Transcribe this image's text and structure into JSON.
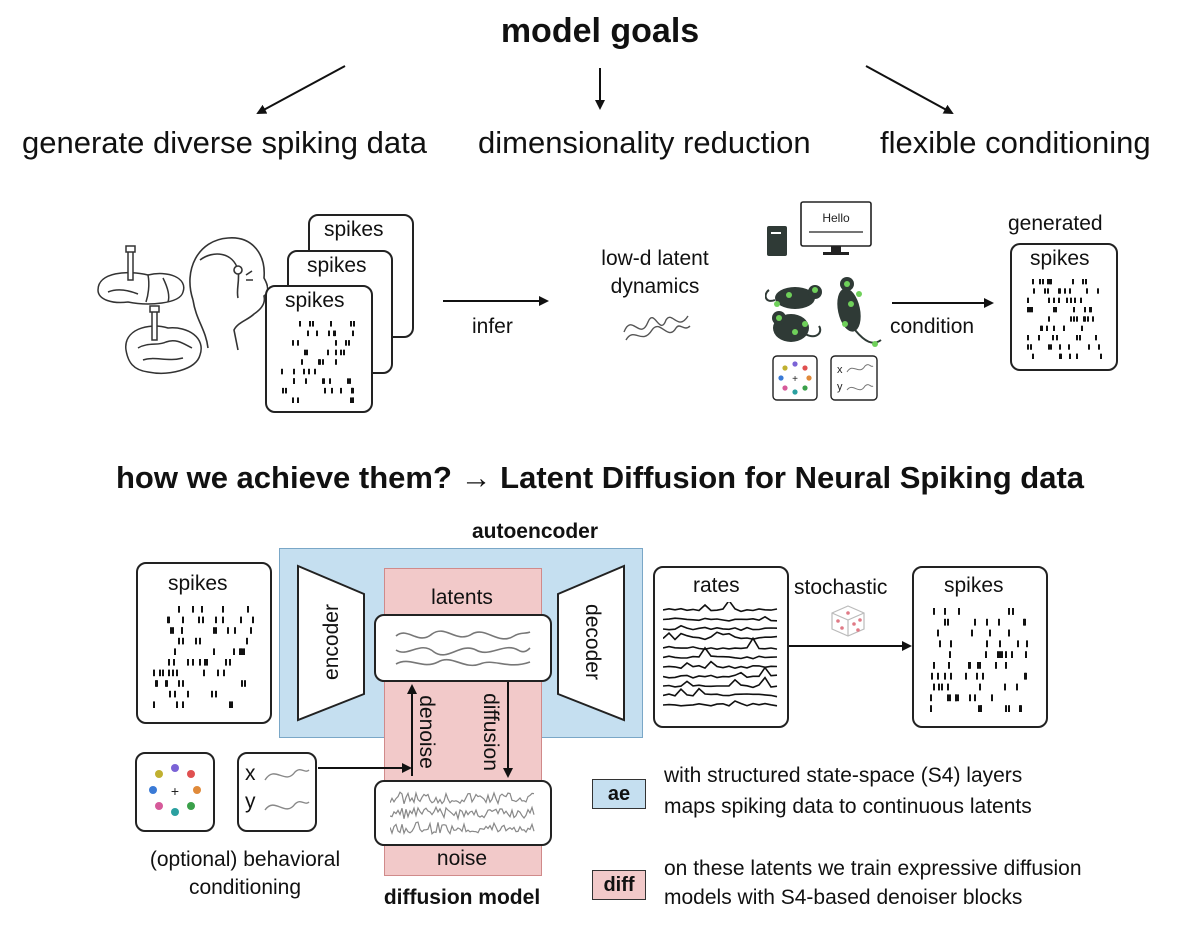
{
  "header": {
    "title": "model goals"
  },
  "goals": [
    {
      "label": "generate diverse spiking data"
    },
    {
      "label": "dimensionality reduction"
    },
    {
      "label": "flexible conditioning"
    }
  ],
  "pipeline": {
    "spikes_label": "spikes",
    "infer_label": "infer",
    "latent_label_line1": "low-d latent",
    "latent_label_line2": "dynamics",
    "monitor_text": "Hello",
    "behavior_x": "x",
    "behavior_y": "y",
    "condition_label": "condition",
    "generated_label": "generated",
    "generated_spikes_label": "spikes"
  },
  "section2": {
    "title": "how we achieve them? → Latent Diffusion for Neural Spiking data"
  },
  "architecture": {
    "autoencoder_label": "autoencoder",
    "input_spikes_label": "spikes",
    "encoder_label": "encoder",
    "decoder_label": "decoder",
    "latents_label": "latents",
    "denoise_label": "denoise",
    "diffusion_label": "diffusion",
    "noise_label": "noise",
    "diffusion_model_label": "diffusion model",
    "rates_label": "rates",
    "stochastic_label": "stochastic",
    "output_spikes_label": "spikes",
    "behavior_x": "x",
    "behavior_y": "y",
    "conditioning_line1": "(optional) behavioral",
    "conditioning_line2": "conditioning"
  },
  "legend": {
    "ae_key": "ae",
    "ae_line1": "with structured state-space (S4) layers",
    "ae_line2": "maps spiking data to continuous latents",
    "diff_key": "diff",
    "diff_line1": "on these latents we train expressive diffusion",
    "diff_line2": "models with S4-based denoiser blocks"
  },
  "colors": {
    "autoencoder_blue": "#c5dff0",
    "diffusion_pink": "#f2c9c9",
    "ink": "#222222",
    "mouse_body": "#2f3a36",
    "marker_green": "#6fd05a",
    "dice_dots": "#e07a86"
  }
}
